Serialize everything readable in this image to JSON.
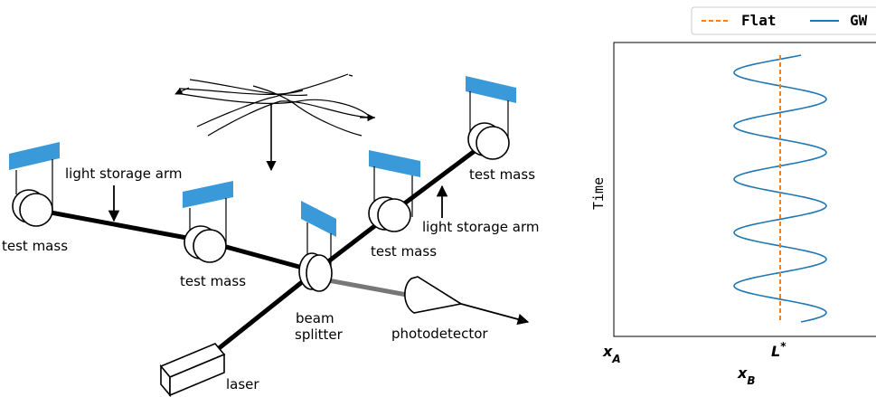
{
  "diagram": {
    "labels": {
      "test_mass_left": "test mass",
      "test_mass_middle": "test mass",
      "test_mass_right_lower": "test mass",
      "test_mass_right_upper": "test mass",
      "light_storage_arm_left": "light storage arm",
      "light_storage_arm_right": "light storage arm",
      "beam_splitter_line1": "beam",
      "beam_splitter_line2": "splitter",
      "photodetector": "photodetector",
      "laser": "laser"
    },
    "colors": {
      "mirror": "#3a9ad9",
      "photodetector_beam": "#777777"
    }
  },
  "chart_data": {
    "type": "line",
    "xlabel": "x_B",
    "ylabel": "Time",
    "x_tick_labels": [
      "x_A",
      "L*"
    ],
    "legend": {
      "placement": "top",
      "entries": [
        "Flat",
        "GW"
      ]
    },
    "series": [
      {
        "name": "Flat",
        "style": "dashed",
        "color": "#ff7f0e",
        "description_value": "constant x = L*"
      },
      {
        "name": "GW",
        "style": "solid",
        "color": "#1f77b4",
        "oscillations": 5,
        "amplitude_fraction": 0.17
      }
    ],
    "grid": false
  }
}
